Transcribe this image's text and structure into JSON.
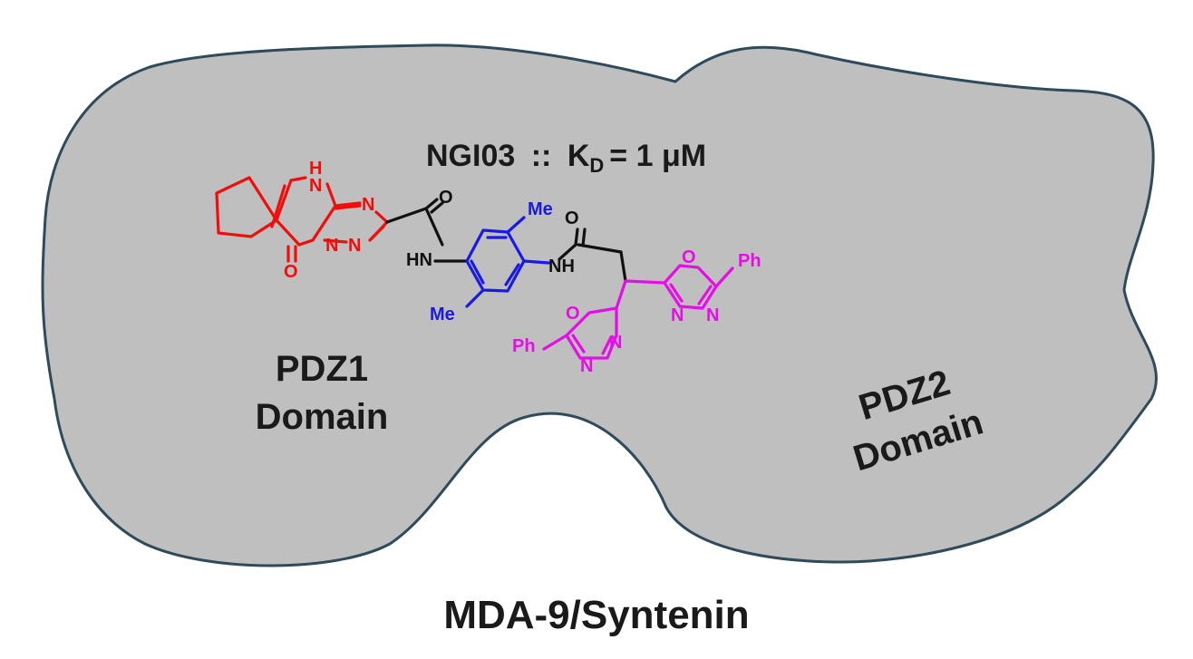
{
  "title": {
    "compound": "NGI03",
    "separator": "::",
    "kd_symbol": "K",
    "kd_subscript": "D",
    "kd_value": "= 1 μM"
  },
  "domains": {
    "pdz1_line1": "PDZ1",
    "pdz1_line2": "Domain",
    "pdz2_line1": "PDZ2",
    "pdz2_line2": "Domain"
  },
  "protein_name": "MDA-9/Syntenin",
  "atoms": {
    "nh_top": "H",
    "n": "N",
    "o": "O",
    "hn": "HN",
    "nh": "NH",
    "me": "Me",
    "ph": "Ph"
  },
  "colors": {
    "blob_fill": "#bfbfbf",
    "blob_stroke": "#2f4a5a",
    "fragment_red": "#f20d0d",
    "fragment_blue": "#1a1ae6",
    "fragment_magenta": "#e60ee6",
    "linker_black": "#111111"
  }
}
